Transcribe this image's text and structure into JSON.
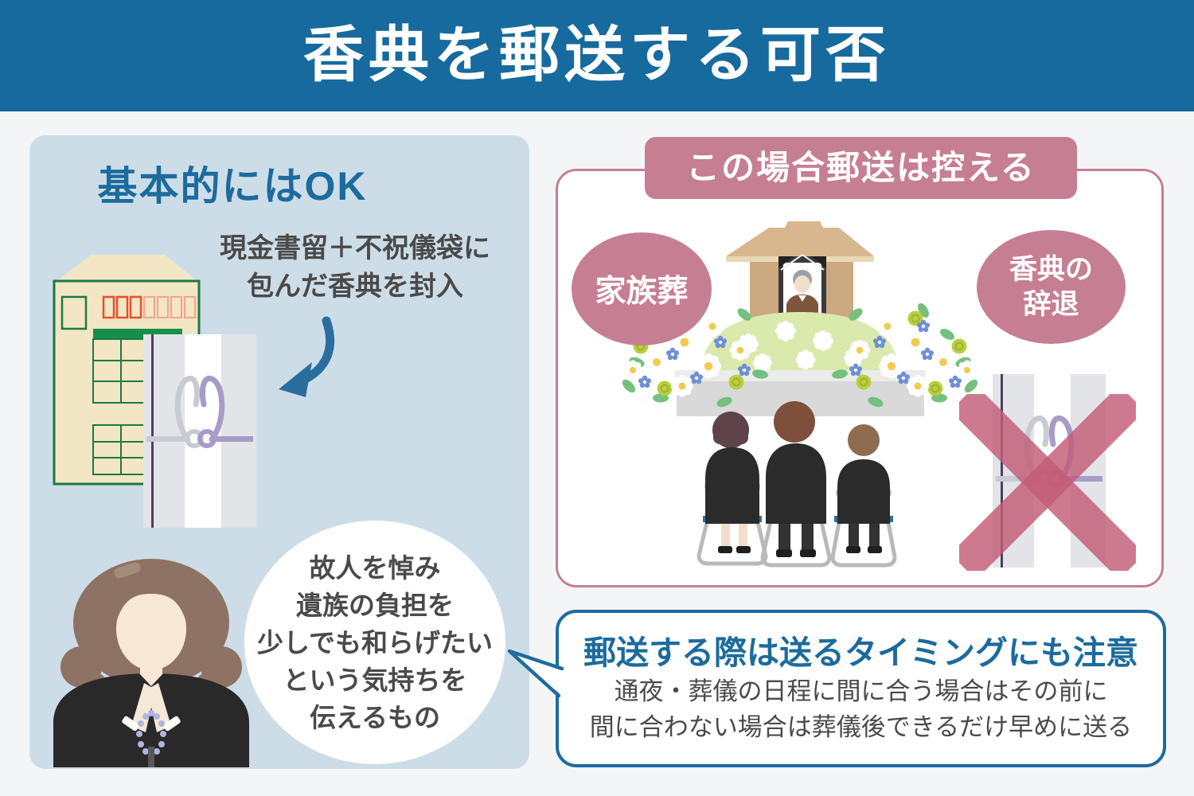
{
  "header": {
    "title": "香典を郵送する可否"
  },
  "left_panel": {
    "heading": "基本的にはOK",
    "description_line1": "現金書留＋不祝儀袋に",
    "description_line2": "包んだ香典を封入",
    "bubble_lines": [
      "故人を悼み",
      "遺族の負担を",
      "少しでも和らげたい",
      "という気持ちを",
      "伝えるもの"
    ]
  },
  "right_panel": {
    "banner": "この場合郵送は控える",
    "case_family_funeral": "家族葬",
    "case_decline_line1": "香典の",
    "case_decline_line2": "辞退"
  },
  "timing_note": {
    "title": "郵送する際は送るタイミングにも注意",
    "body_line1": "通夜・葬儀の日程に間に合う場合はその前に",
    "body_line2": "間に合わない場合は葬儀後できるだけ早めに送る"
  },
  "colors": {
    "header_bg": "#176A9E",
    "accent_blue": "#1C6B9D",
    "left_panel_bg": "#CDDDE8",
    "accent_pink": "#C67E92",
    "x_mark_pink": "#C25D78",
    "body_text": "#4A4A4A",
    "envelope_green": "#1C7A45",
    "envelope_cream": "#F2E6C4",
    "mizuhiki_purple": "#A79BC8"
  }
}
